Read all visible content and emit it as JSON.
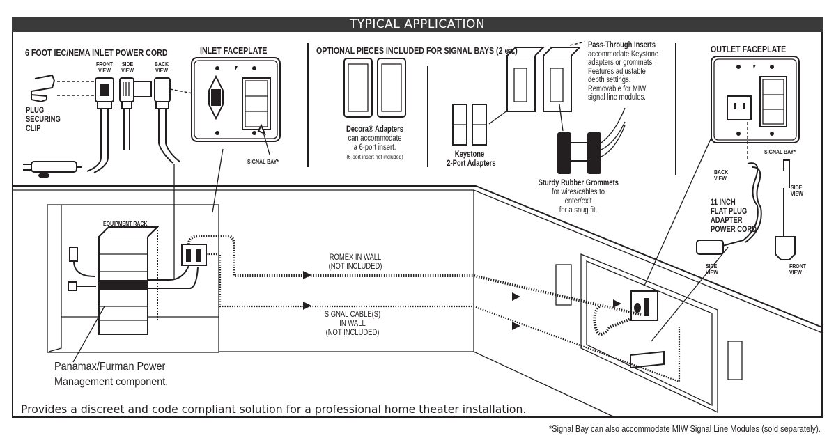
{
  "header": {
    "title": "TYPICAL APPLICATION"
  },
  "inlet_cord": {
    "title": "6 FOOT IEC/NEMA INLET POWER CORD",
    "views": [
      "FRONT VIEW",
      "SIDE VIEW",
      "BACK VIEW"
    ],
    "front_view": [
      "FRONT",
      "VIEW"
    ],
    "side_view": [
      "SIDE",
      "VIEW"
    ],
    "back_view": [
      "BACK",
      "VIEW"
    ],
    "clip_label": [
      "PLUG",
      "SECURING",
      "CLIP"
    ]
  },
  "inlet_faceplate": {
    "title": "INLET FACEPLATE",
    "signal_bay": "SIGNAL BAY*"
  },
  "optional_pieces": {
    "title": "OPTIONAL PIECES INCLUDED FOR SIGNAL BAYS (2 ea.)",
    "decora": [
      "Decora® Adapters",
      "can accommodate",
      "a 6-port insert.",
      "(6-port insert not included)"
    ],
    "keystone": [
      "Keystone",
      "2-Port Adapters"
    ],
    "pass_through": [
      "Pass-Through Inserts",
      "accommodate Keystone",
      "adapters or grommets.",
      "Features adjustable",
      "depth settings.",
      "Removable for MIW",
      "signal line modules."
    ],
    "grommets": [
      "Sturdy Rubber Grommets",
      "for wires/cables to",
      "enter/exit",
      "for a snug fit."
    ]
  },
  "outlet_faceplate": {
    "title": "OUTLET FACEPLATE",
    "signal_bay": "SIGNAL BAY*",
    "back_view": [
      "BACK",
      "VIEW"
    ],
    "side_view_right": [
      "SIDE",
      "VIEW"
    ],
    "cord_label": [
      "11 INCH",
      "FLAT PLUG",
      "ADAPTER",
      "POWER CORD"
    ],
    "side_view_left": [
      "SIDE",
      "VIEW"
    ],
    "front_view": [
      "FRONT",
      "VIEW"
    ]
  },
  "room": {
    "equipment_rack": "EQUIPMENT RACK",
    "romex": [
      "ROMEX IN WALL",
      "(NOT INCLUDED)"
    ],
    "signal_cable": [
      "SIGNAL CABLE(S)",
      "IN WALL",
      "(NOT INCLUDED)"
    ],
    "panamax": [
      "Panamax/Furman Power",
      "Management component."
    ]
  },
  "caption": "Provides a discreet and code compliant solution for a professional home theater installation.",
  "footnote": "*Signal Bay can also accommodate MIW Signal Line Modules (sold separately)."
}
